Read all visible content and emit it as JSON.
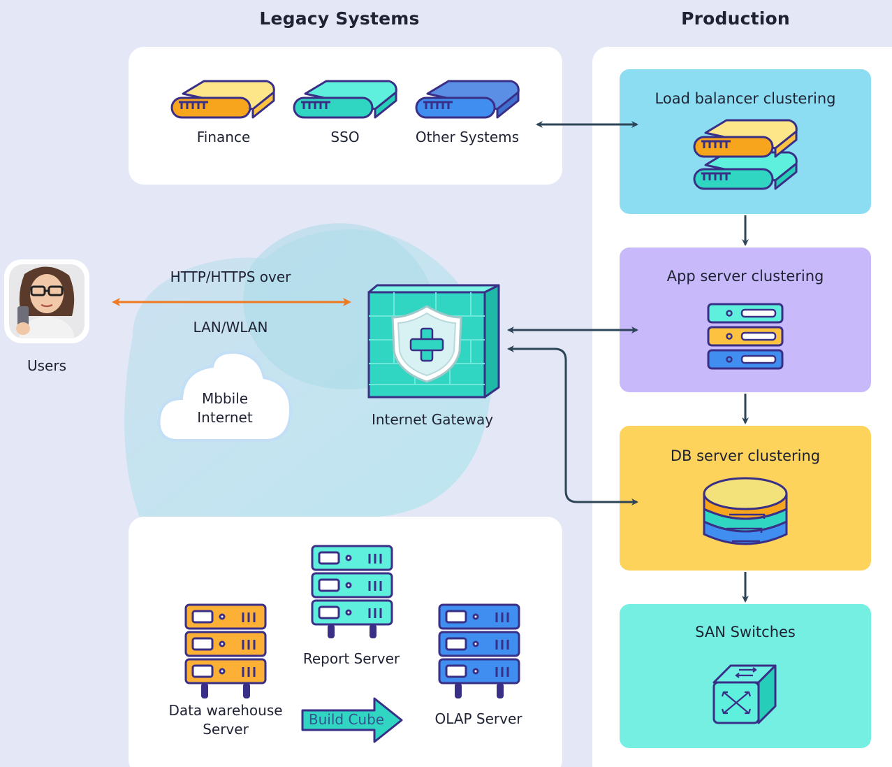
{
  "sections": {
    "legacy_title": "Legacy Systems",
    "production_title": "Production"
  },
  "legacy": {
    "items": [
      {
        "label": "Finance",
        "icon": "drive-yellow-icon"
      },
      {
        "label": "SSO",
        "icon": "drive-teal-icon"
      },
      {
        "label": "Other Systems",
        "icon": "drive-blue-icon"
      }
    ]
  },
  "users": {
    "label": "Users",
    "icon": "user-avatar"
  },
  "connection": {
    "line1": "HTTP/HTTPS over",
    "line2": "LAN/WLAN"
  },
  "cloud": {
    "line1": "Mbbile",
    "line2": "Internet"
  },
  "gateway": {
    "label": "Internet Gateway",
    "icon": "shield-firewall-icon"
  },
  "production": {
    "cards": [
      {
        "title": "Load balancer clustering",
        "color": "#8cdcf2",
        "icon": "stacked-drives-icon"
      },
      {
        "title": "App server clustering",
        "color": "#c8b9fb",
        "icon": "server-rack-icon"
      },
      {
        "title": "DB server clustering",
        "color": "#fdd35c",
        "icon": "database-icon"
      },
      {
        "title": "SAN Switches",
        "color": "#74efe2",
        "icon": "switch-icon"
      }
    ]
  },
  "warehouse": {
    "report_server": "Report Server",
    "dw_line1": "Data warehouse",
    "dw_line2": "Server",
    "build_cube": "Build Cube",
    "olap_server": "OLAP Server"
  },
  "colors": {
    "background": "#e4e7f6",
    "arrow": "#2e4457",
    "http_arrow": "#f07a22",
    "teal": "#31d6c3",
    "yellow": "#fcc240",
    "blue": "#3f8ef0",
    "outline": "#3a2f86"
  }
}
